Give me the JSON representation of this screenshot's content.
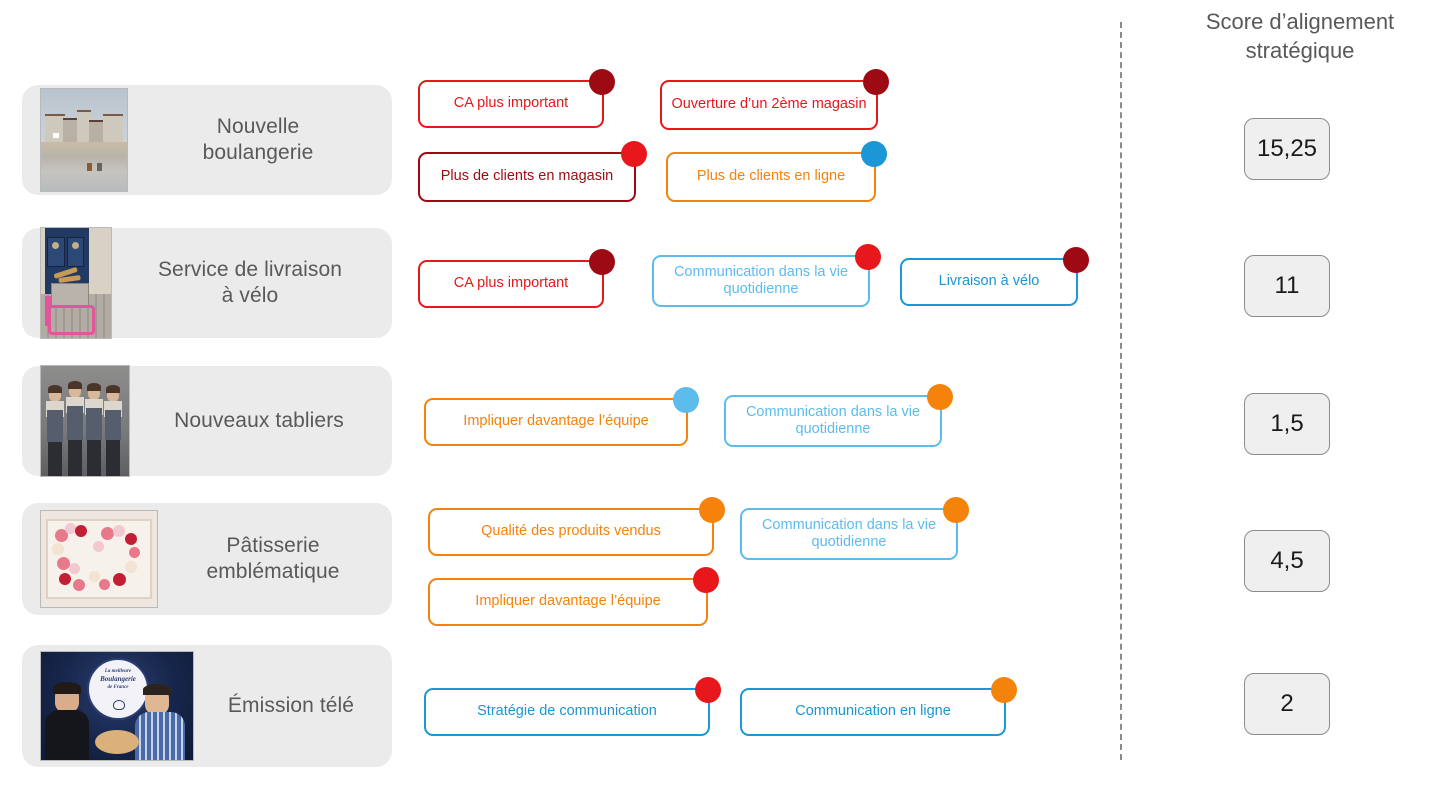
{
  "right_panel": {
    "header_line1": "Score d’alignement",
    "header_line2": "stratégique",
    "divider_style": "dashed-vertical",
    "scores": [
      {
        "value": "15,25",
        "row": "Nouvelle boulangerie"
      },
      {
        "value": "11",
        "row": "Service de livraison à vélo"
      },
      {
        "value": "1,5",
        "row": "Nouveaux tabliers"
      },
      {
        "value": "4,5",
        "row": "Pâtisserie emblématique"
      },
      {
        "value": "2",
        "row": "Émission télé"
      }
    ]
  },
  "colors": {
    "bright_red": "#E8171B",
    "dark_red": "#9E0A13",
    "orange": "#F5820B",
    "light_blue": "#5CBCEC",
    "blue": "#1A97D4",
    "card_gray": "#EBEBEB",
    "text_gray": "#595959",
    "score_fill": "#EFEFEF",
    "score_border": "#8C8C8C"
  },
  "rows": [
    {
      "label_line1": "Nouvelle",
      "label_line2": "boulangerie",
      "thumb_name": "beach-houses-photo",
      "tags": [
        {
          "text": "CA plus important",
          "border": "#E8171B",
          "text_color": "#E8171B",
          "dot": "#9E0A13"
        },
        {
          "text": "Ouverture d’un 2ème magasin",
          "border": "#E8171B",
          "text_color": "#E8171B",
          "dot": "#9E0A13"
        },
        {
          "text": "Plus de clients en magasin",
          "border": "#9E0A13",
          "text_color": "#9E0A13",
          "dot": "#E8171B"
        },
        {
          "text": "Plus de clients en ligne",
          "border": "#F5820B",
          "text_color": "#F5820B",
          "dot": "#1A97D4"
        }
      ]
    },
    {
      "label_line1": "Service de livraison",
      "label_line2": "à vélo",
      "thumb_name": "bike-delivery-photo",
      "tags": [
        {
          "text": "CA plus important",
          "border": "#E8171B",
          "text_color": "#E8171B",
          "dot": "#9E0A13"
        },
        {
          "text": "Communication dans la vie quotidienne",
          "border": "#5CBCEC",
          "text_color": "#5CBCEC",
          "dot": "#E8171B"
        },
        {
          "text": "Livraison à vélo",
          "border": "#1A97D4",
          "text_color": "#1A97D4",
          "dot": "#9E0A13"
        }
      ]
    },
    {
      "label_line1": "Nouveaux tabliers",
      "label_line2": "",
      "thumb_name": "team-aprons-photo",
      "tags": [
        {
          "text": "Impliquer davantage l’équipe",
          "border": "#F5820B",
          "text_color": "#F5820B",
          "dot": "#5CBCEC"
        },
        {
          "text": "Communication dans la vie quotidienne",
          "border": "#5CBCEC",
          "text_color": "#5CBCEC",
          "dot": "#F5820B"
        }
      ]
    },
    {
      "label_line1": "Pâtisserie",
      "label_line2": "emblématique",
      "thumb_name": "pastry-30-cake-photo",
      "tags": [
        {
          "text": "Qualité des produits vendus",
          "border": "#F5820B",
          "text_color": "#F5820B",
          "dot": "#F5820B"
        },
        {
          "text": "Communication dans la vie quotidienne",
          "border": "#5CBCEC",
          "text_color": "#5CBCEC",
          "dot": "#F5820B"
        },
        {
          "text": "Impliquer davantage l’équipe",
          "border": "#F5820B",
          "text_color": "#F5820B",
          "dot": "#E8171B"
        }
      ]
    },
    {
      "label_line1": "Émission télé",
      "label_line2": "",
      "thumb_name": "tv-show-bakery-photo",
      "tags": [
        {
          "text": "Stratégie de communication",
          "border": "#1A97D4",
          "text_color": "#1A97D4",
          "dot": "#E8171B"
        },
        {
          "text": "Communication en ligne",
          "border": "#1A97D4",
          "text_color": "#1A97D4",
          "dot": "#F5820B"
        }
      ]
    }
  ],
  "tv_badge": {
    "line1": "La meilleure",
    "line2": "Boulangerie",
    "line3": "de France"
  }
}
